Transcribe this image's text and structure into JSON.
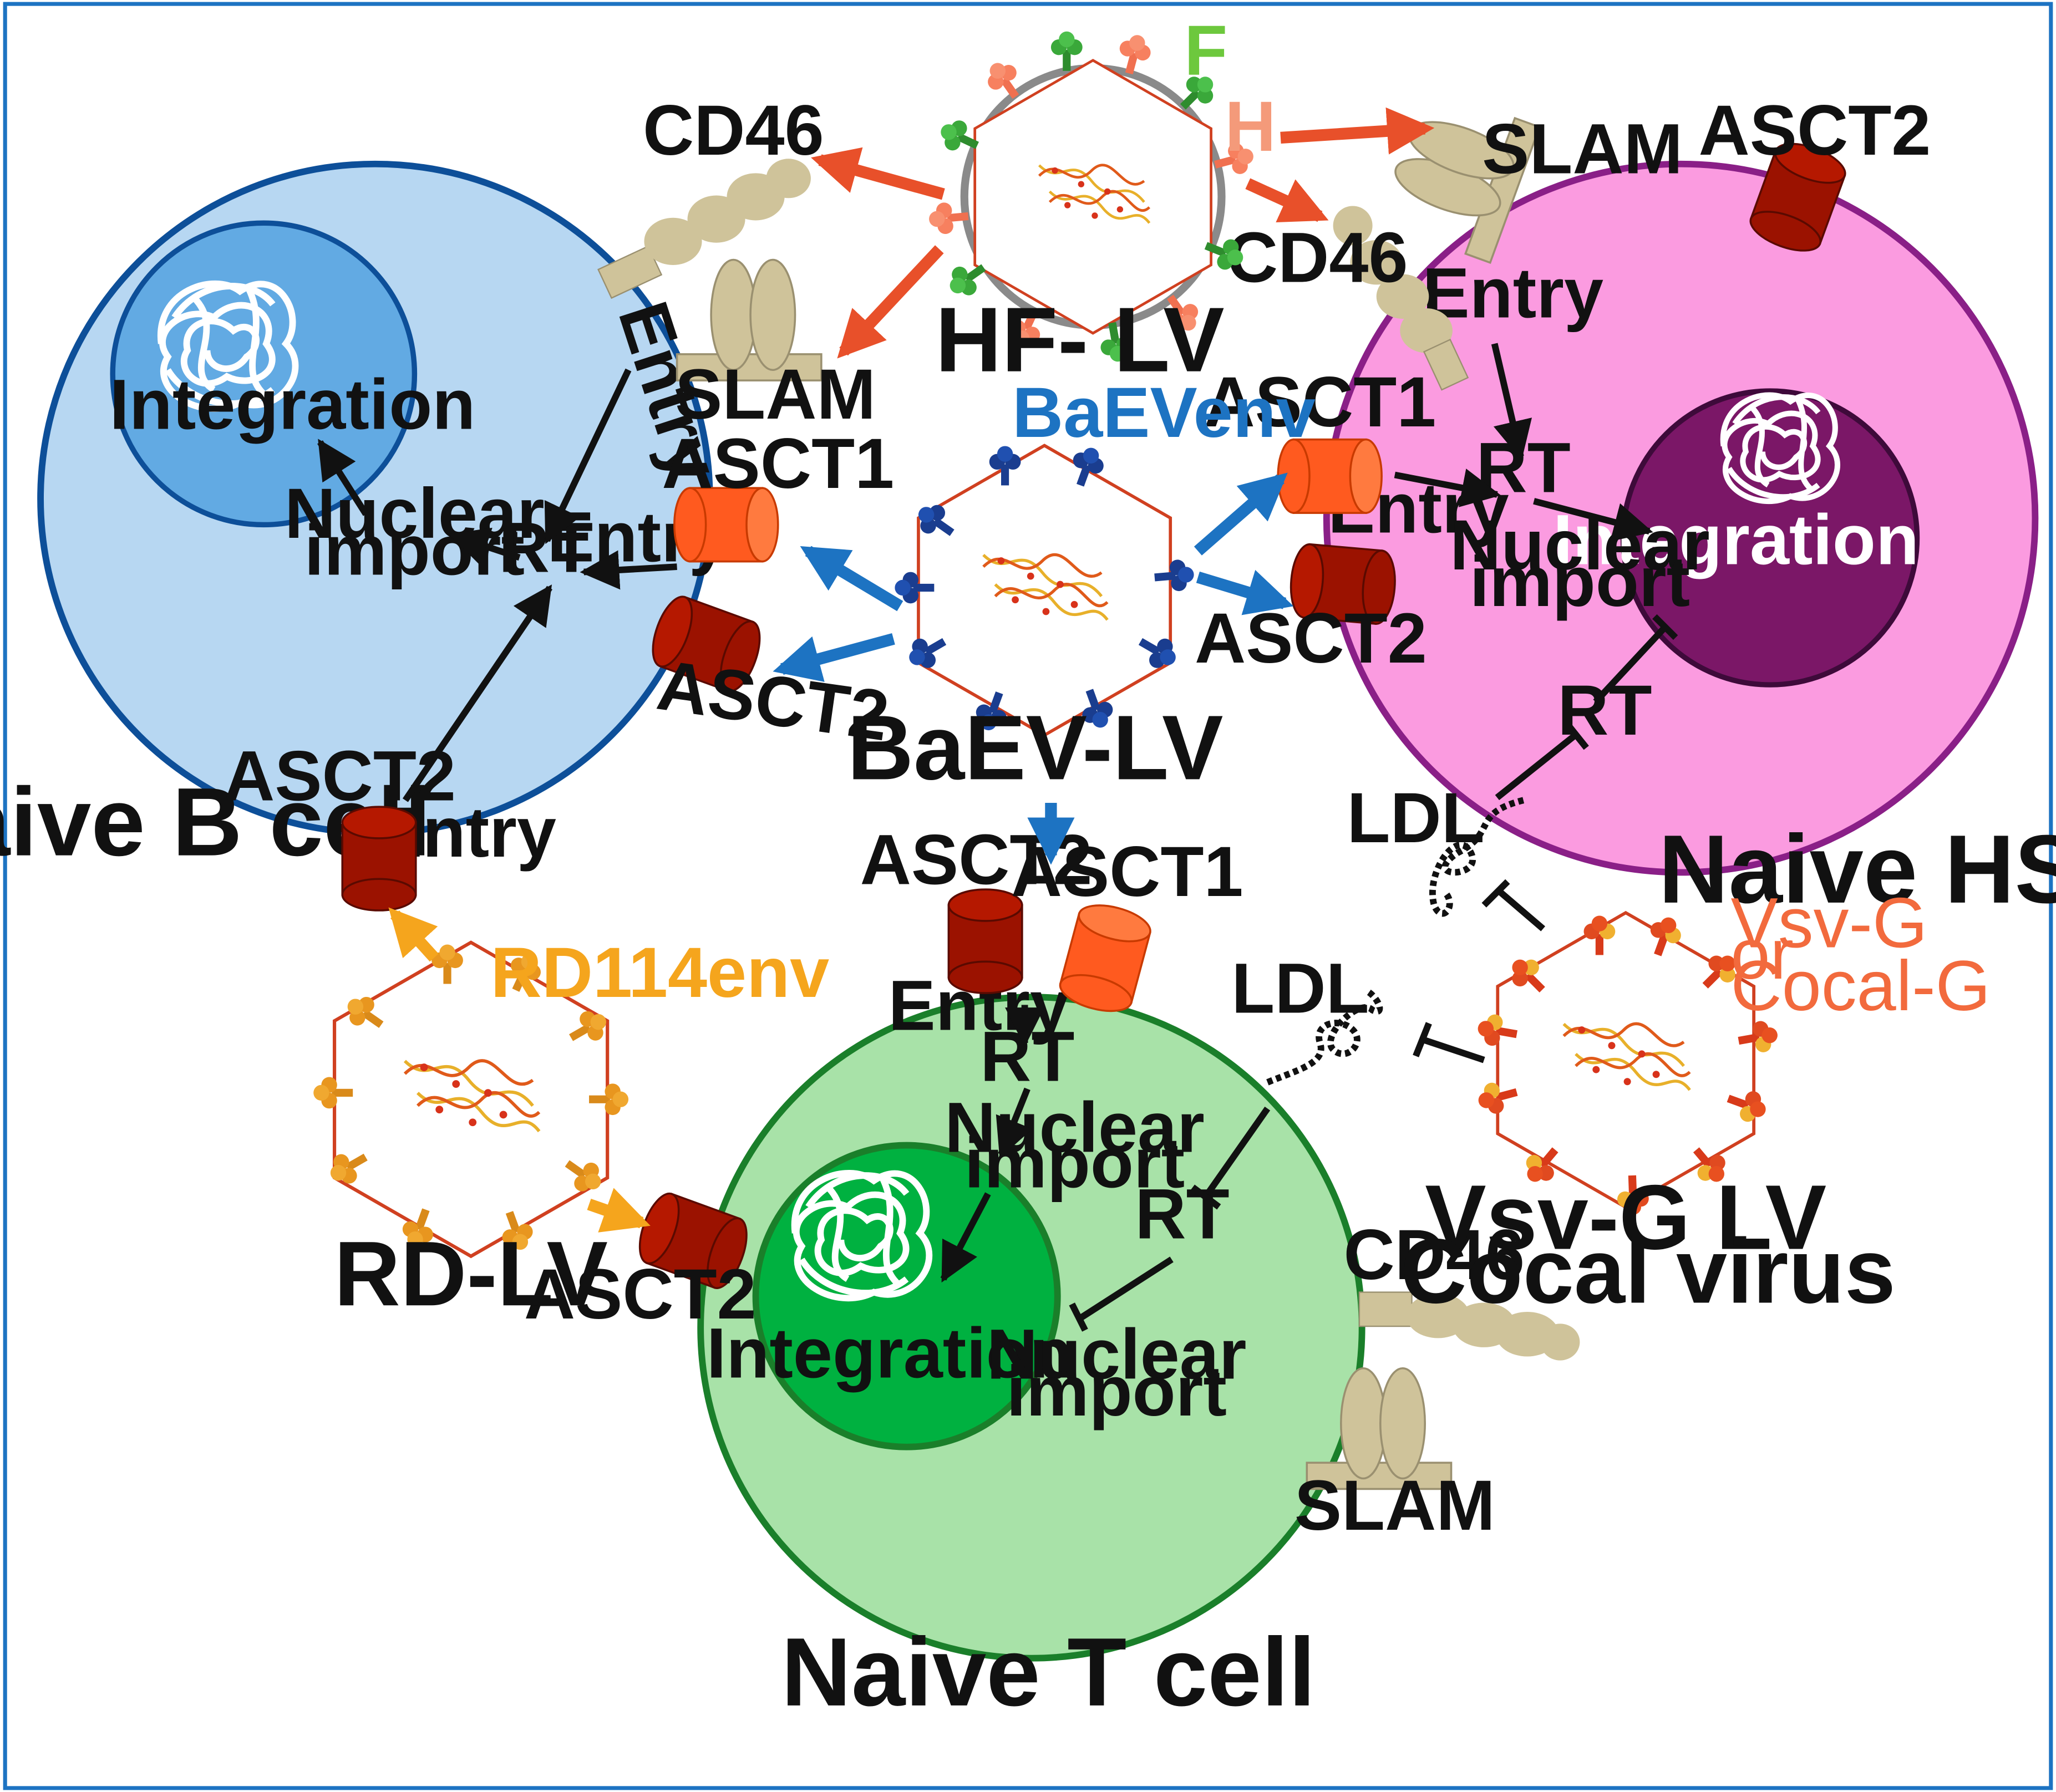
{
  "colors": {
    "border": "#1d73c2",
    "b_cell": "#b7d7f2",
    "b_nucleus": "#62aae3",
    "b_edge": "#0d4f99",
    "hsc_cell": "#fb9be0",
    "hsc_nucleus": "#7b1767",
    "hsc_edge": "#8a1f87",
    "t_cell": "#a8e2a8",
    "t_nucleus": "#00b140",
    "t_edge": "#1a7f2a",
    "asct1": "#ff5a1f",
    "asct2": "#9b1200",
    "cd46": "#cfc39a",
    "hf_arrow": "#e8502a",
    "baev_arrow": "#1d73c2",
    "rd_arrow": "#f5a51d",
    "f_label": "#6dc83d",
    "h_label": "#f49a7a",
    "baevenv_label": "#1d73c2",
    "rd114env_label": "#f5a51d",
    "vsvg_label": "#f26a3d"
  },
  "cells": {
    "b_cell": "Naive B cell",
    "hsc": "Naive HSC",
    "t_cell": "Naive T cell"
  },
  "viruses": {
    "hf": "HF- LV",
    "baev": "BaEV-LV",
    "rd": "RD-LV",
    "vsv_line1": "Vsv-G LV",
    "vsv_line2": "Cocal virus"
  },
  "envelope_labels": {
    "f": "F",
    "h": "H",
    "baevenv": "BaEVenv",
    "rd114env": "RD114env",
    "vsvg_line1": "Vsv-G",
    "vsvg_line2": "or",
    "vsvg_line3": "Cocal-G"
  },
  "receptors": {
    "cd46": "CD46",
    "slam": "SLAM",
    "asct1": "ASCT1",
    "asct2": "ASCT2",
    "ldl": "LDL"
  },
  "steps": {
    "entry": "Entry",
    "rt": "RT",
    "nuclear": "Nuclear",
    "import": "import",
    "integration": "Integration"
  },
  "icons": [
    "dna-helix-icon",
    "chromatin-icon",
    "cylinder-receptor-icon",
    "bead-receptor-icon"
  ]
}
